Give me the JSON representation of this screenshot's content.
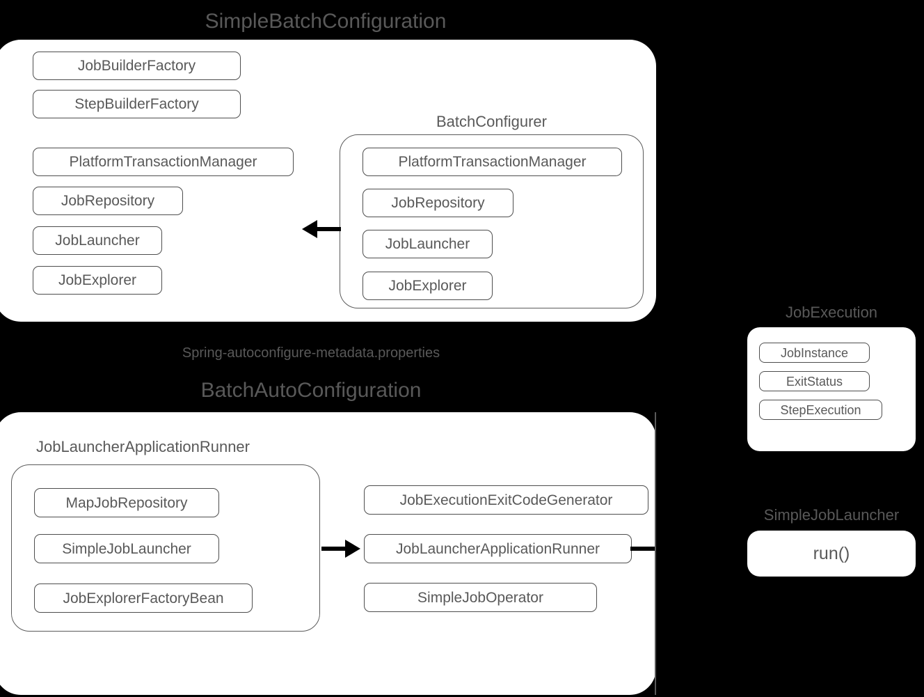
{
  "diagram": {
    "title_simple_batch_configuration": "SimpleBatchConfiguration",
    "title_batch_configurer": "BatchConfigurer",
    "label_spring_autoconfigure_metadata": "Spring-autoconfigure-metadata.properties",
    "title_batch_auto_configuration": "BatchAutoConfiguration",
    "title_job_launcher_application_runner": "JobLauncherApplicationRunner",
    "title_job_execution": "JobExecution",
    "title_simple_job_launcher": "SimpleJobLauncher",
    "colors": {
      "background": "#000000",
      "panel_fill": "#ffffff",
      "box_border": "#4d4d4d",
      "text": "#595959",
      "connector": "#000000"
    }
  },
  "simple_batch_configuration": {
    "beans_top": [
      {
        "label": "JobBuilderFactory"
      },
      {
        "label": "StepBuilderFactory"
      }
    ],
    "beans_bottom": [
      {
        "label": "PlatformTransactionManager"
      },
      {
        "label": "JobRepository"
      },
      {
        "label": "JobLauncher"
      },
      {
        "label": "JobExplorer"
      }
    ]
  },
  "batch_configurer": {
    "beans": [
      {
        "label": "PlatformTransactionManager"
      },
      {
        "label": "JobRepository"
      },
      {
        "label": "JobLauncher"
      },
      {
        "label": "JobExplorer"
      }
    ]
  },
  "batch_auto_configuration": {
    "runner_group_beans": [
      {
        "label": "MapJobRepository"
      },
      {
        "label": "SimpleJobLauncher"
      },
      {
        "label": "JobExplorerFactoryBean"
      }
    ],
    "right_beans": [
      {
        "label": "JobExecutionExitCodeGenerator"
      },
      {
        "label": "JobLauncherApplicationRunner"
      },
      {
        "label": "SimpleJobOperator"
      }
    ]
  },
  "job_execution": {
    "items": [
      {
        "label": "JobInstance"
      },
      {
        "label": "ExitStatus"
      },
      {
        "label": "StepExecution"
      }
    ]
  },
  "simple_job_launcher": {
    "items": [
      {
        "label": "run()"
      }
    ]
  }
}
